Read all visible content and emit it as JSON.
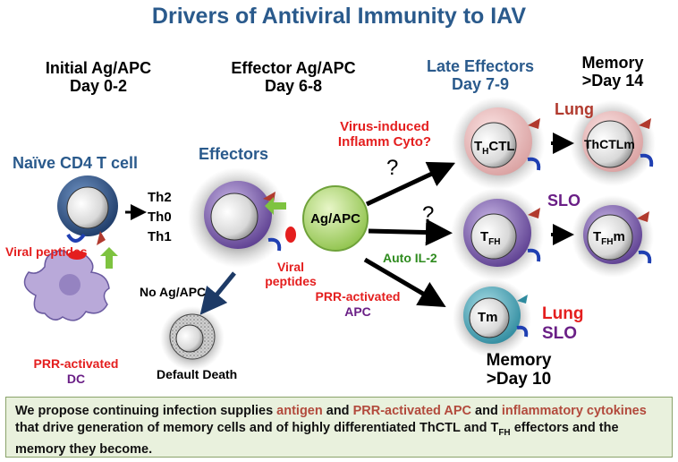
{
  "title": "Drivers of Antiviral Immunity to IAV",
  "stages": {
    "initial": {
      "line1": "Initial Ag/APC",
      "line2": "Day 0-2"
    },
    "effector": {
      "line1": "Effector Ag/APC",
      "line2": "Day 6-8"
    },
    "late": {
      "line1": "Late Effectors",
      "line2": "Day 7-9"
    },
    "memory14": {
      "line1": "Memory",
      "line2": ">Day 14"
    }
  },
  "labels": {
    "naive": "Naïve CD4 T cell",
    "th2": "Th2",
    "th0": "Th0",
    "th1": "Th1",
    "viral_peptides_left": "Viral peptides",
    "prr_dc_1": "PRR-activated",
    "prr_dc_2": "DC",
    "effectors": "Effectors",
    "agapc": "Ag/APC",
    "viral_peptides_mid_1": "Viral",
    "viral_peptides_mid_2": "peptides",
    "prr_apc_1": "PRR-activated",
    "prr_apc_2": "APC",
    "no_agapc": "No Ag/APC",
    "default_death": "Default Death",
    "virus_induced_1": "Virus-induced",
    "virus_induced_2": "Inflamm Cyto?",
    "question1": "?",
    "question2": "?",
    "auto_il2": "Auto IL-2",
    "lung_top": "Lung",
    "slo_mid": "SLO",
    "thctl_main": "T",
    "thctl_sub": "H",
    "thctl_rest": "CTL",
    "thctlm": "ThCTLm",
    "tfh_main": "T",
    "tfh_sub": "FH",
    "tfhm_main": "T",
    "tfhm_sub": "FH",
    "tfhm_rest": "m",
    "tm": "Tm",
    "lung_bottom": "Lung",
    "slo_bottom": "SLO",
    "memory10_1": "Memory",
    "memory10_2": ">Day 10"
  },
  "caption": {
    "p1": "We propose continuing infection supplies ",
    "antigen": "antigen",
    "p2": " and ",
    "prr_apc": "PRR-activated APC",
    "p3": " and ",
    "inflam": "inflammatory cytokines",
    "p4": " that drive generation of memory cells and of highly differentiated ThCTL and T",
    "sub": "FH",
    "p5": " effectors and the memory they become."
  },
  "colors": {
    "title_blue": "#2a5a8c",
    "red": "#e41e1e",
    "purple": "#6a1f86",
    "green": "#2e8b1e",
    "caption_bg": "#e9f1dd",
    "caption_highlight": "#b24a3c"
  }
}
